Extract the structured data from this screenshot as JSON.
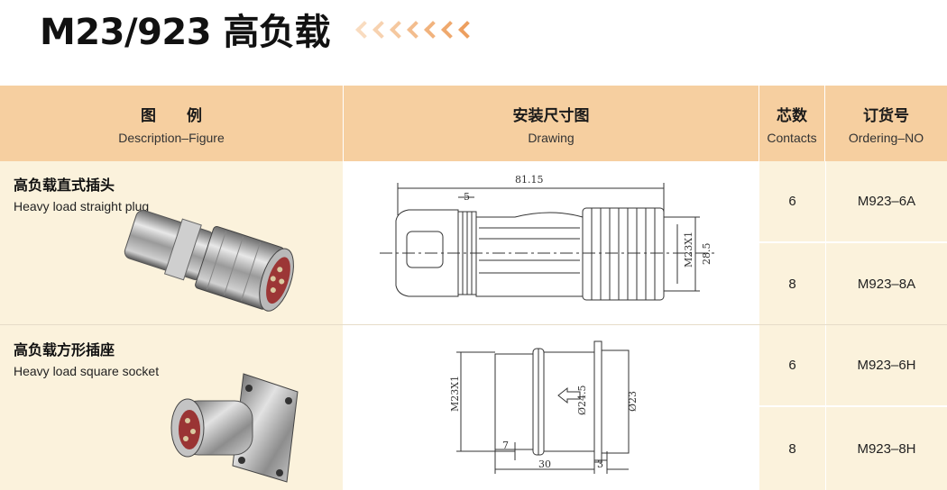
{
  "title": "M23/923 高负载",
  "accent_color": "#f6cfa0",
  "header": {
    "figure_zh": "图　　例",
    "figure_en": "Description–Figure",
    "drawing_zh": "安装尺寸图",
    "drawing_en": "Drawing",
    "contacts_zh": "芯数",
    "contacts_en": "Contacts",
    "order_zh": "订货号",
    "order_en": "Ordering–NO"
  },
  "products": [
    {
      "name_zh": "高负载直式插头",
      "name_en": "Heavy load straight plug",
      "drawing": {
        "length": "81.15",
        "flange": "5",
        "thread": "M23X1",
        "diameter": "28.5"
      },
      "variants": [
        {
          "contacts": "6",
          "order_no": "M923–6A"
        },
        {
          "contacts": "8",
          "order_no": "M923–8A"
        }
      ]
    },
    {
      "name_zh": "高负载方形插座",
      "name_en": "Heavy load square socket",
      "drawing": {
        "thread": "M23X1",
        "d1": "Ø24.5",
        "d2": "Ø23",
        "a": "7",
        "b": "30",
        "c": "3"
      },
      "variants": [
        {
          "contacts": "6",
          "order_no": "M923–6H"
        },
        {
          "contacts": "8",
          "order_no": "M923–8H"
        }
      ]
    }
  ]
}
